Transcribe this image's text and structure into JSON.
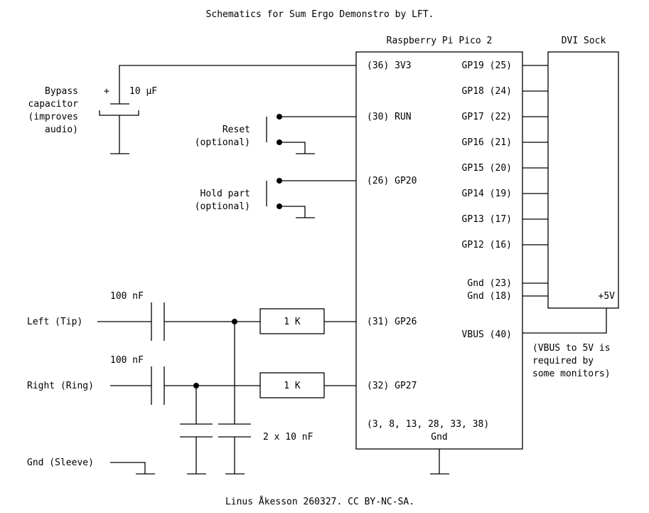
{
  "title": "Schematics for Sum Ergo Demonstro by LFT.",
  "footer": "Linus Åkesson 260327. CC BY-NC-SA.",
  "pico": {
    "name": "Raspberry Pi Pico 2",
    "left_pins": {
      "3v3": "(36) 3V3",
      "run": "(30) RUN",
      "gp20": "(26) GP20",
      "gp26": "(31) GP26",
      "gp27": "(32) GP27"
    },
    "right_pins": [
      "GP19 (25)",
      "GP18 (24)",
      "GP17 (22)",
      "GP16 (21)",
      "GP15 (20)",
      "GP14 (19)",
      "GP13 (17)",
      "GP12 (16)"
    ],
    "gnd_pins": [
      "Gnd (23)",
      "Gnd (18)"
    ],
    "vbus": "VBUS (40)",
    "gnd_list": "(3, 8, 13, 28, 33, 38)",
    "gnd_label": "Gnd"
  },
  "dvi": {
    "name": "DVI Sock",
    "plus5v": "+5V",
    "note": [
      "(VBUS to 5V is",
      "required by",
      "some monitors)"
    ]
  },
  "bypass": {
    "label": [
      "Bypass",
      "capacitor",
      "(improves",
      "audio)"
    ],
    "plus": "+",
    "value": "10 µF"
  },
  "reset": {
    "label": [
      "Reset",
      "(optional)"
    ]
  },
  "hold": {
    "label": [
      "Hold part",
      "(optional)"
    ]
  },
  "audio": {
    "left": "Left (Tip)",
    "right": "Right (Ring)",
    "gnd": "Gnd (Sleeve)",
    "cap_left": "100 nF",
    "cap_right": "100 nF",
    "res_left": "1 K",
    "res_right": "1 K",
    "filter_caps": "2 x 10 nF"
  }
}
